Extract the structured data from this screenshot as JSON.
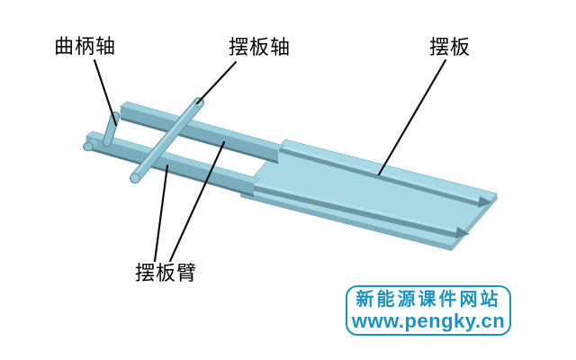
{
  "labels": {
    "crank_shaft": "曲柄轴",
    "swing_plate_shaft": "摆板轴",
    "swing_plate": "摆板",
    "swing_plate_arm": "摆板臂"
  },
  "watermark": {
    "site_name": "新能源课件网站",
    "site_url": "www.pengky.cn",
    "color": "#1a93be"
  },
  "colors": {
    "model_top_light": "#a7d8e3",
    "model_front_mid": "#7cadbc",
    "model_dark_edge": "#527e8e",
    "model_shaft": "#8ec1cf",
    "ridge_dark": "#6c98a6",
    "leader_line": "#0f0f0f",
    "label_text": "#000000",
    "background": "#ffffff"
  }
}
